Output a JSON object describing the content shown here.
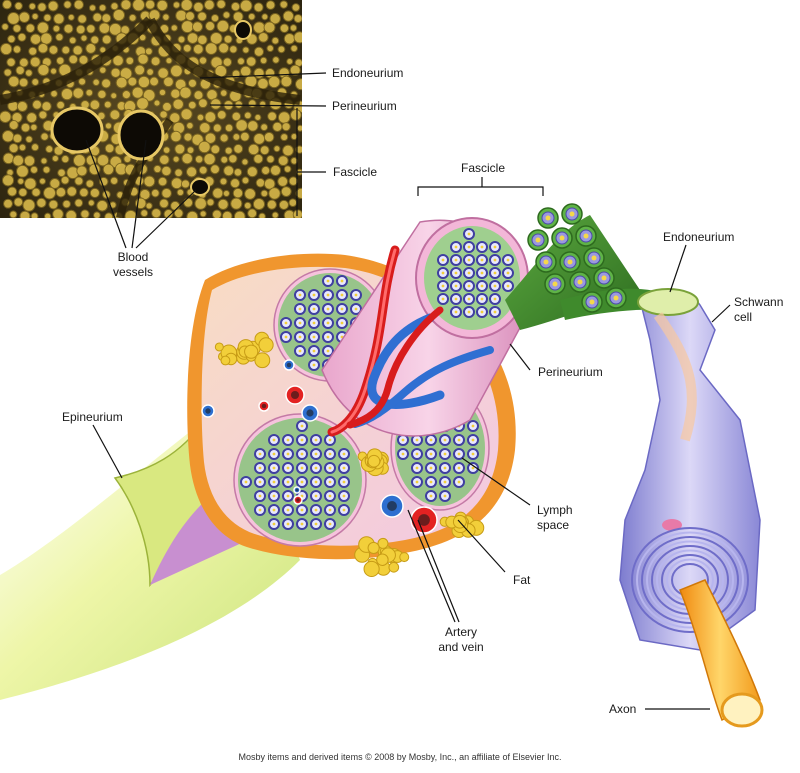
{
  "labels": {
    "micro_endoneurium": "Endoneurium",
    "micro_perineurium": "Perineurium",
    "micro_fascicle": "Fascicle",
    "blood_vessels_1": "Blood",
    "blood_vessels_2": "vessels",
    "fascicle": "Fascicle",
    "endoneurium": "Endoneurium",
    "schwann_1": "Schwann",
    "schwann_2": "cell",
    "perineurium": "Perineurium",
    "epineurium": "Epineurium",
    "lymph_1": "Lymph",
    "lymph_2": "space",
    "fat": "Fat",
    "artery_1": "Artery",
    "artery_2": "and vein",
    "axon": "Axon"
  },
  "credit": "Mosby items and derived items © 2008 by Mosby, Inc., an affiliate of Elsevier Inc.",
  "colors": {
    "micrograph_bg": "#3b3016",
    "micrograph_cells": "#d8b84a",
    "epineurium": "#f0a24a",
    "fascicle_fill": "#98c48a",
    "fiber_ring": "#3f3fa0",
    "nerve_fiber_green": "#3f8a2c",
    "perineurium_pink": "#f4b9d8",
    "artery": "#e32222",
    "vein": "#2d6fd0",
    "fat": "#f2cf3a",
    "axon": "#f4b02a",
    "schwann": "#9c9ae0"
  }
}
